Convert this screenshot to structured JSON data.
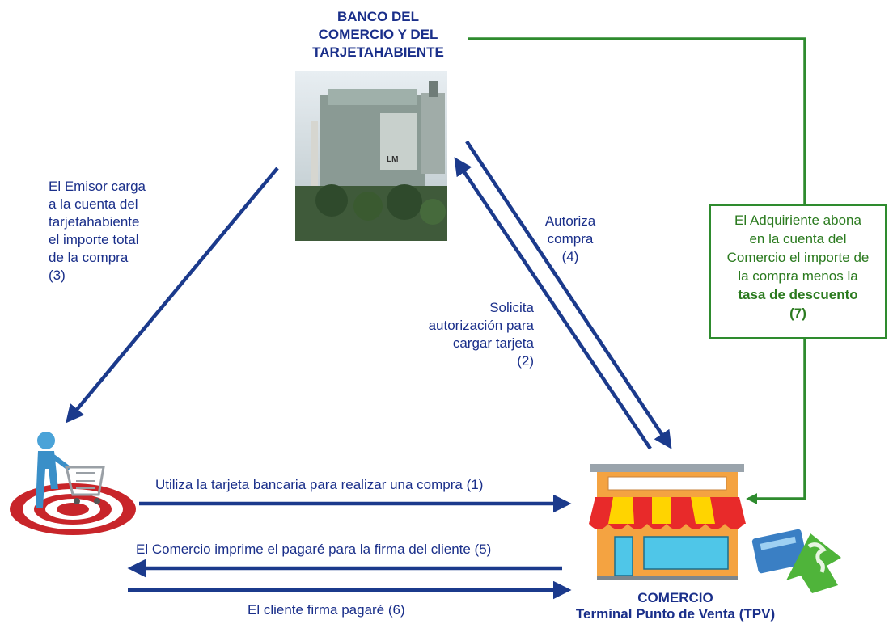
{
  "bank": {
    "title_lines": [
      "BANCO DEL",
      "COMERCIO Y DEL",
      "TARJETAHABIENTE"
    ]
  },
  "steps": {
    "step3_lines": [
      "El Emisor carga",
      "a la cuenta del",
      "tarjetahabiente",
      "el importe total",
      "de la compra",
      "(3)"
    ],
    "step4_lines": [
      "Autoriza",
      "compra",
      "(4)"
    ],
    "step2_lines": [
      "Solicita",
      "autorización para",
      "cargar tarjeta",
      "(2)"
    ],
    "step1": "Utiliza la tarjeta bancaria para realizar una compra (1)",
    "step5": "El Comercio imprime el pagaré para la firma del cliente (5)",
    "step6": "El cliente firma pagaré (6)"
  },
  "acquirer_box": {
    "lines": [
      "El Adquiriente abona",
      "en la cuenta del",
      "Comercio el importe de",
      "la compra menos la"
    ],
    "bold_line": "tasa de descuento",
    "step": "(7)"
  },
  "merchant": {
    "title": "COMERCIO",
    "subtitle": "Terminal Punto de Venta (TPV)"
  },
  "colors": {
    "arrow_blue": "#1b3a8c",
    "text_blue": "#1a2f8a",
    "green": "#2e8b2e"
  }
}
